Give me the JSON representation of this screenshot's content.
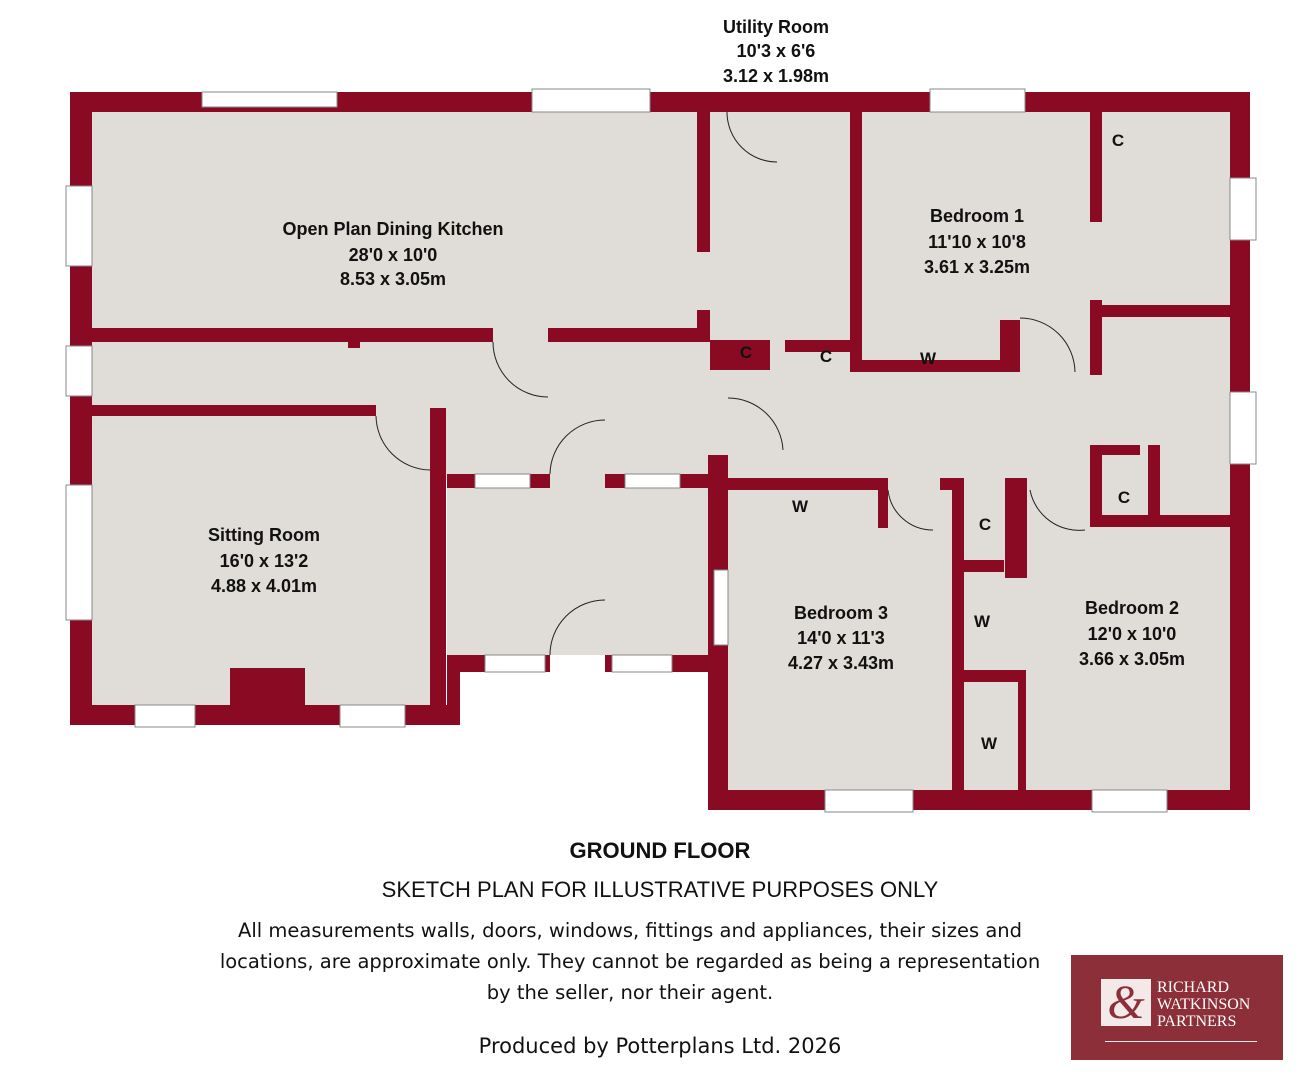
{
  "rooms": {
    "kitchen": {
      "name": "Open Plan Dining Kitchen",
      "imperial": "28'0 x 10'0",
      "metric": "8.53 x 3.05m"
    },
    "utility": {
      "name": "Utility Room",
      "imperial": "10'3 x 6'6",
      "metric": "3.12 x 1.98m"
    },
    "bedroom1": {
      "name": "Bedroom 1",
      "imperial": "11'10 x 10'8",
      "metric": "3.61 x 3.25m"
    },
    "sitting": {
      "name": "Sitting Room",
      "imperial": "16'0 x 13'2",
      "metric": "4.88 x 4.01m"
    },
    "bedroom3": {
      "name": "Bedroom 3",
      "imperial": "14'0 x 11'3",
      "metric": "4.27 x 3.43m"
    },
    "bedroom2": {
      "name": "Bedroom 2",
      "imperial": "12'0 x 10'0",
      "metric": "3.66 x 3.05m"
    }
  },
  "storage": {
    "c": "C",
    "w": "W"
  },
  "colors": {
    "wall": "#8a0a24",
    "floor": "#e0ddd8",
    "logo": "#8c2f39"
  },
  "footer": {
    "title": "GROUND FLOOR",
    "subtitle": "SKETCH PLAN FOR ILLUSTRATIVE PURPOSES ONLY",
    "disclaimer": "All measurements walls, doors, windows, fittings and appliances, their sizes and locations, are approximate only. They cannot be regarded as being a representation by the seller, nor their agent.",
    "produced": "Produced by Potterplans Ltd. 2026"
  },
  "logo": {
    "line1": "RICHARD",
    "line2": "WATKINSON",
    "line3": "PARTNERS",
    "monogram": "&"
  }
}
